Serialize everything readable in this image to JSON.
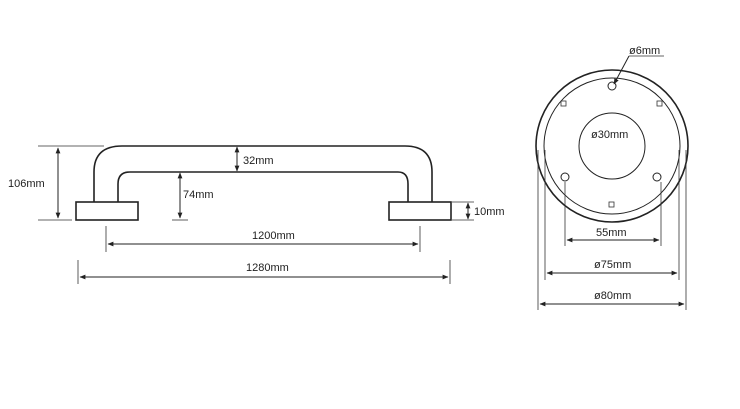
{
  "diagram": {
    "side_view": {
      "height_label": "106mm",
      "tube_label": "32mm",
      "inner_label": "74mm",
      "flange_label": "10mm",
      "centers_label": "1200mm",
      "overall_label": "1280mm"
    },
    "end_view": {
      "screw_label": "ø6mm",
      "bore_label": "ø30mm",
      "bolt_label": "55mm",
      "rose_label": "ø75mm",
      "outer_label": "ø80mm"
    }
  }
}
